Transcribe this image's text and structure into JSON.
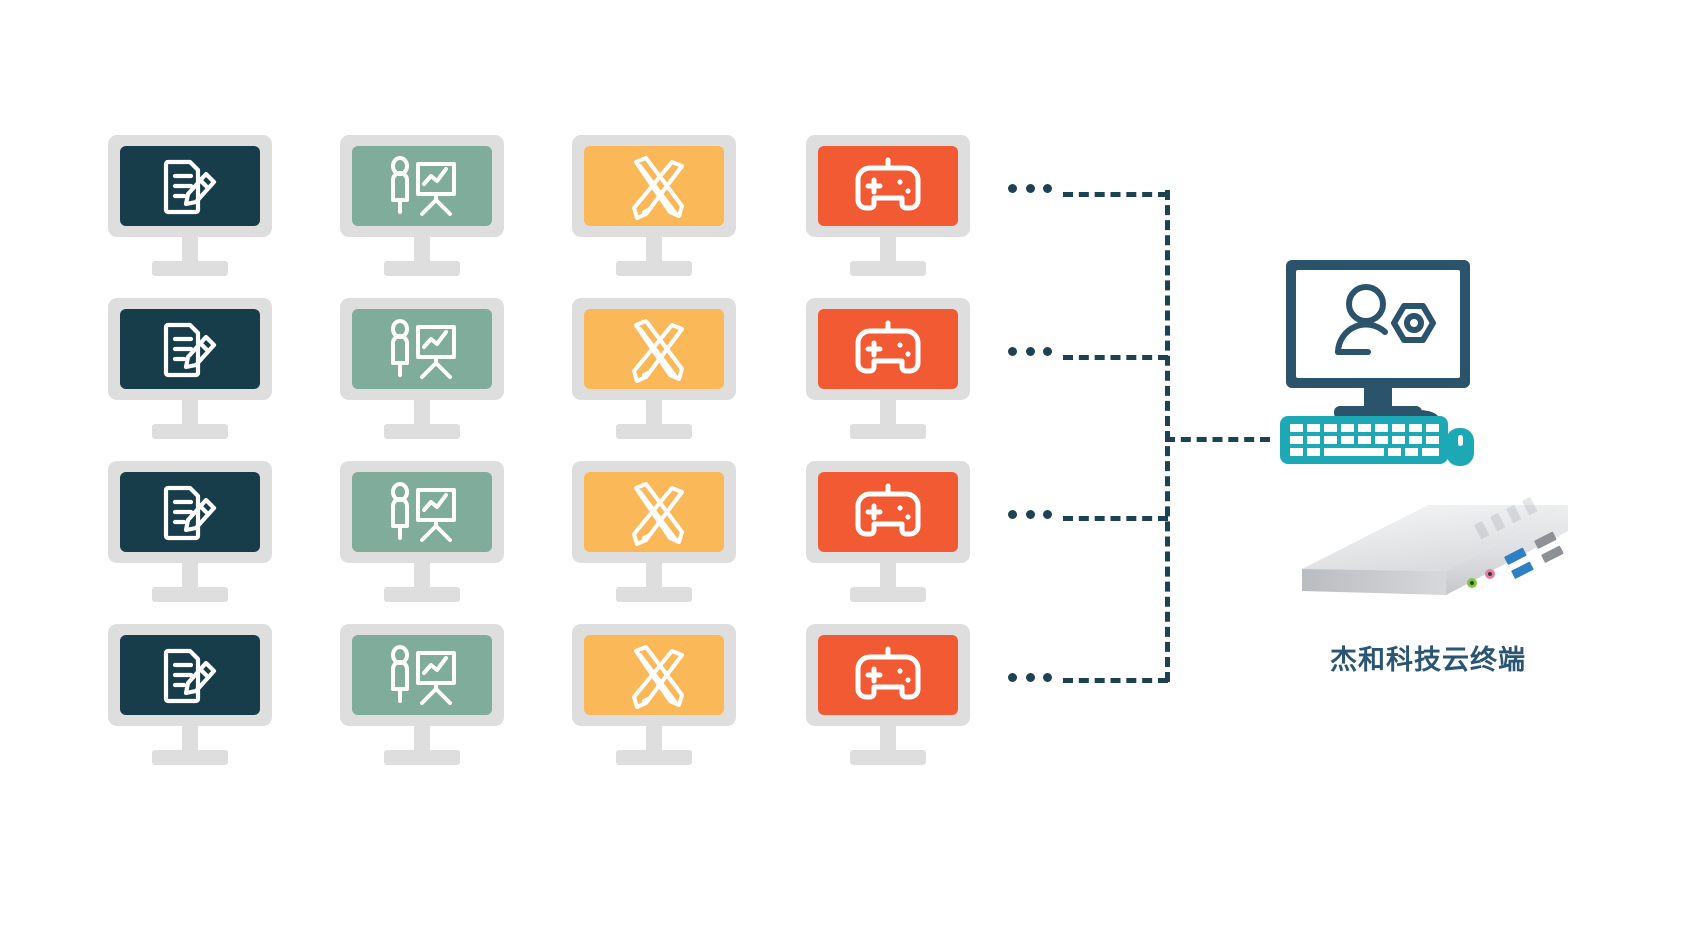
{
  "diagram": {
    "title_label": "杰和科技云终端",
    "colors": {
      "doc_screen": "#173d4a",
      "presentation_screen": "#80ac9b",
      "design_screen": "#fbb858",
      "game_screen": "#f15a33",
      "monitor_frame": "#dedede",
      "connector_line": "#1d4253",
      "terminal_display": "#2b536b",
      "keyboard": "#1ca9b5",
      "label_text": "#2a5574",
      "background": "#ffffff"
    },
    "ellipsis_text": "...",
    "columns": [
      {
        "id": "document",
        "icon": "document-edit-icon",
        "screen_color": "#173d4a"
      },
      {
        "id": "presentation",
        "icon": "presenter-chart-icon",
        "screen_color": "#80ac9b"
      },
      {
        "id": "design",
        "icon": "pencil-ruler-icon",
        "screen_color": "#fbb858"
      },
      {
        "id": "gaming",
        "icon": "game-controller-icon",
        "screen_color": "#f15a33"
      }
    ],
    "rows": [
      {
        "index": 1,
        "ellipsis": "..."
      },
      {
        "index": 2,
        "ellipsis": "..."
      },
      {
        "index": 3,
        "ellipsis": "..."
      },
      {
        "index": 4,
        "ellipsis": "..."
      }
    ],
    "terminal": {
      "display_icon": "user-settings-icon",
      "keyboard_icon": "keyboard-icon",
      "mouse_icon": "mouse-icon",
      "device_icon": "mini-pc-icon",
      "label": "杰和科技云终端"
    }
  }
}
